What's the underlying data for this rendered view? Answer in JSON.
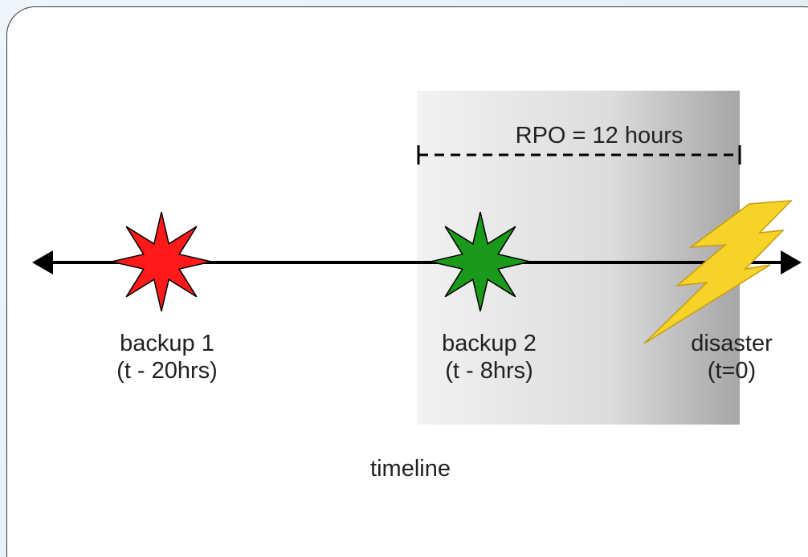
{
  "diagram": {
    "rpo_label": "RPO = 12 hours",
    "caption": "timeline",
    "events": [
      {
        "name": "backup 1",
        "time": "(t - 20hrs)",
        "marker": "star-icon",
        "color": "#ff1a1a"
      },
      {
        "name": "backup 2",
        "time": "(t - 8hrs)",
        "marker": "star-icon",
        "color": "#1a9a1a"
      },
      {
        "name": "disaster",
        "time": "(t=0)",
        "marker": "lightning-icon",
        "color": "#f5d327"
      }
    ],
    "colors": {
      "timeline": "#000000",
      "rpo_window": "#d9d9d9",
      "caption": "#595959"
    }
  }
}
